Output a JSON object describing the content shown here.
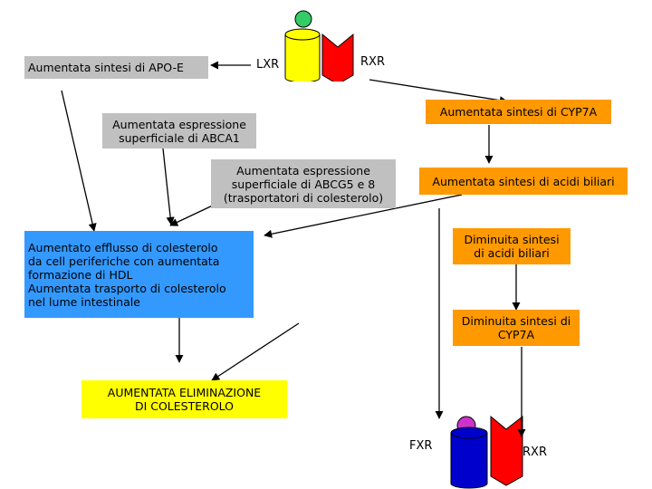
{
  "labels": {
    "lxr": "LXR",
    "rxr_top": "RXR",
    "fxr": "FXR",
    "rxr_bottom": "RXR"
  },
  "boxes": {
    "apo_e": "Aumentata sintesi di APO-E",
    "abca1": "Aumentata espressione\nsuperficiale di ABCA1",
    "abcg5": "Aumentata espressione\nsuperficiale di ABCG5 e 8\n(trasportatori di colesterolo)",
    "cyp7a_up": "Aumentata sintesi di CYP7A",
    "bile_acids_up": "Aumentata sintesi di acidi biliari",
    "efflux": "Aumentato efflusso di colesterolo\nda cell periferiche con aumentata\nformazione di HDL\nAumentata trasporto di colesterolo\nnel lume intestinale",
    "bile_acids_down": "Diminuita sintesi\ndi acidi biliari",
    "cyp7a_down": "Diminuita sintesi di\nCYP7A",
    "elimination": "AUMENTATA ELIMINAZIONE\nDI COLESTEROLO"
  },
  "colors": {
    "box_grey": "#c0c0c0",
    "box_orange": "#ff9900",
    "box_yellow": "#ffff00",
    "box_blue": "#3399ff",
    "receptor_yellow": "#ffff00",
    "receptor_red": "#ff0000",
    "receptor_blue": "#0000cc",
    "receptor_green": "#33cc66",
    "receptor_purple": "#cc33cc",
    "arrow": "#000000"
  },
  "icons": [
    "lxr-rxr-receptor-icon",
    "fxr-rxr-receptor-icon"
  ]
}
